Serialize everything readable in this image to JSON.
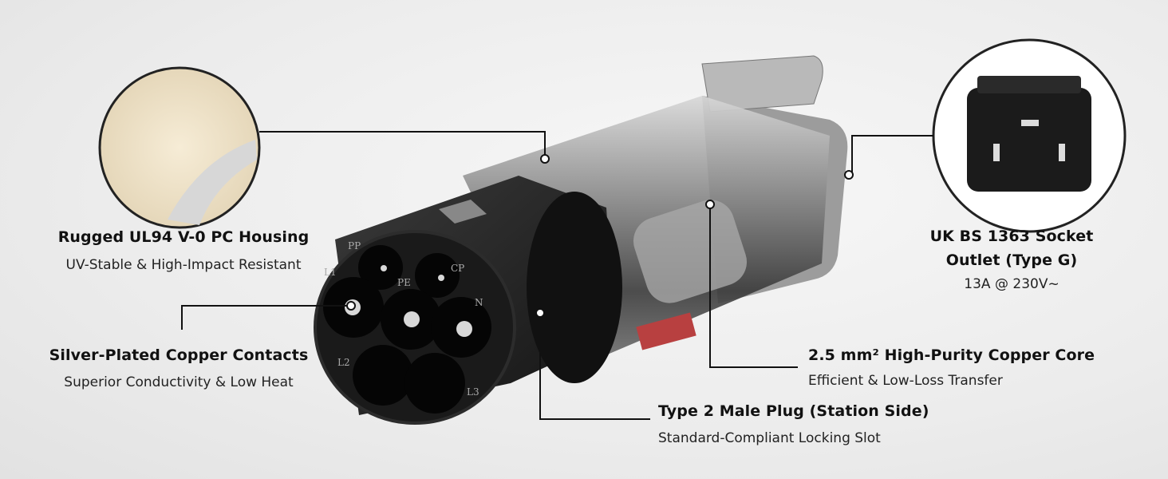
{
  "callouts": {
    "housing": {
      "title": "Rugged UL94 V-0 PC Housing",
      "subtitle": "UV-Stable & High-Impact Resistant"
    },
    "contacts": {
      "title": "Silver-Plated Copper Contacts",
      "subtitle": "Superior Conductivity & Low Heat"
    },
    "type2": {
      "title": "Type 2 Male Plug (Station Side)",
      "subtitle": "Standard-Compliant Locking Slot"
    },
    "copper": {
      "title": "2.5 mm² High-Purity Copper Core",
      "subtitle": "Efficient & Low-Loss Transfer"
    },
    "socket": {
      "title_line1": "UK BS 1363 Socket",
      "title_line2": "Outlet (Type G)",
      "subtitle": "13A @ 230V~"
    }
  },
  "pin_labels": {
    "pp": "PP",
    "cp": "CP",
    "pe": "PE",
    "l1": "L1",
    "n": "N",
    "l2": "L2",
    "l3": "L3"
  },
  "colors": {
    "background": "#ececec",
    "plug": "#1c1c1c",
    "line": "#111111",
    "housing": "#9a9a9a"
  }
}
